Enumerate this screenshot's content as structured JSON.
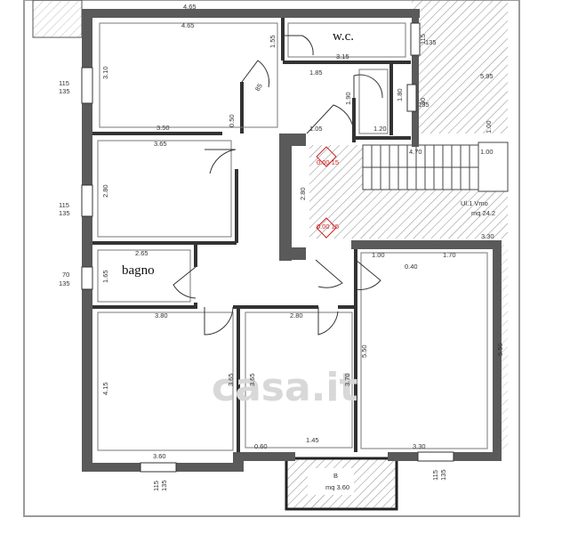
{
  "rooms": {
    "wc": "w.c.",
    "bagno": "bagno"
  },
  "watermark": "casa.it",
  "balcony": {
    "code": "B",
    "area": "mq 3.60"
  },
  "stair_area": {
    "line1": "Ul.1 Vmo",
    "line2": "mq 24.2"
  },
  "levels": {
    "a": "0.00 15",
    "b": "0.00 15"
  },
  "dims": {
    "top_wall": "4.65",
    "r1_top": "4.65",
    "r1_side": "3.10",
    "r1_bottom": "3.50",
    "r1_door": "0.50",
    "r1_right": "1.55",
    "r1_hall": "85",
    "wc_bottom": "3.15",
    "wc_side": "1.80",
    "wc_hall": "1.85",
    "wc_door": "1.90",
    "hall_small": "1.05",
    "hall_right": "1.20",
    "r2_top": "3.65",
    "r2_side": "2.80",
    "hall_mid": "2.80",
    "bath_top": "2.65",
    "bath_side": "1.65",
    "r3_top": "3.80",
    "r3_side": "4.15",
    "r3_right": "3.65",
    "r3_bottom": "3.60",
    "r4_top": "2.80",
    "r4_left": "3.65",
    "r4_right": "3.70",
    "r4_bottom": "1.45",
    "r4_corner": "0.60",
    "r5_top_a": "1.00",
    "r5_top_b": "1.70",
    "r5_small": "0.40",
    "r5_side": "5.50",
    "r5_bottom": "3.30",
    "ext_right_a": "5.95",
    "ext_right_b": "3.30",
    "ext_right_c": "5.50",
    "ext_right_d": "1.00",
    "stair_w": "4.70",
    "stair_h": "1.00",
    "win1_a": "115",
    "win1_b": "135",
    "win2_a": "115",
    "win2_b": "135",
    "win3_a": "70",
    "win3_b": "135",
    "win4_a": "115",
    "win4_b": "135",
    "win5_a": "115",
    "win5_b": "135",
    "win6_a": "115",
    "win6_b": "135",
    "win7_a": "80",
    "win7_b": "135"
  }
}
